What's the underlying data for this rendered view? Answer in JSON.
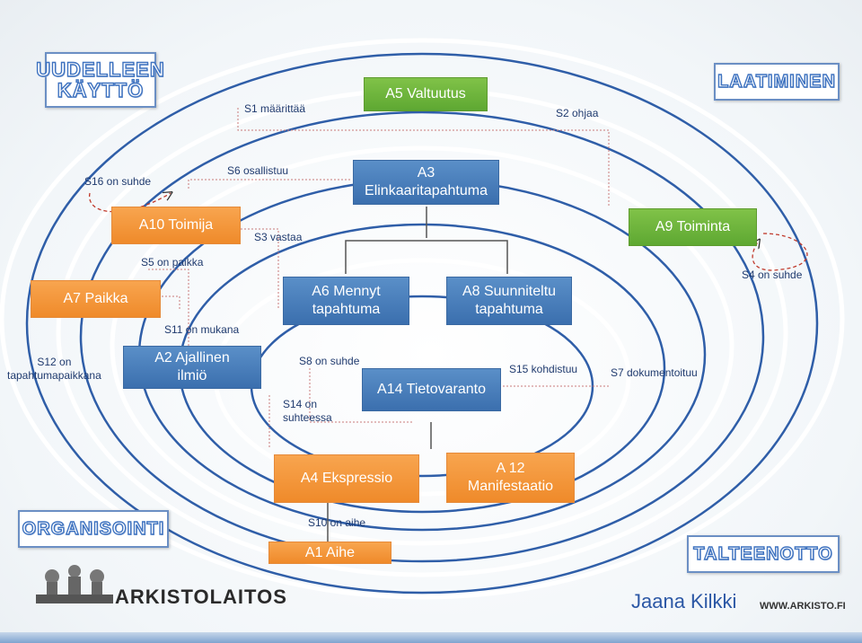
{
  "tags": {
    "uudelleen": "UUDELLEEN\nKÄYTTÖ",
    "laatiminen": "LAATIMINEN",
    "organisointi": "ORGANISOINTI",
    "talteenotto": "TALTEENOTTO"
  },
  "entities": {
    "a5": "A5 Valtuutus",
    "a3": "A3\nElinkaaritapahtuma",
    "a10": "A10 Toimija",
    "a9": "A9 Toiminta",
    "a7": "A7 Paikka",
    "a6": "A6 Mennyt\ntapahtuma",
    "a8": "A8 Suunniteltu\ntapahtuma",
    "a2": "A2  Ajallinen\nilmiö",
    "a14": "A14 Tietovaranto",
    "a4": "A4 Ekspressio",
    "a12": "A 12\nManifestaatio",
    "a1": "A1 Aihe"
  },
  "relations": {
    "s1": "S1 määrittää",
    "s2": "S2 ohjaa",
    "s16": "S16 on suhde",
    "s6": "S6 osallistuu",
    "s3": "S3 vastaa",
    "s5": "S5 on paikka",
    "s4": "S4 on suhde",
    "s11": "S11 on mukana",
    "s12": "S12 on\ntapahtumapaikkana",
    "s8": "S8 on suhde",
    "s15": "S15 kohdistuu",
    "s7": "S7 dokumentoituu",
    "s14": "S14 on\nsuhteessa",
    "s10": "S10 on aihe"
  },
  "footer": {
    "logo": "ARKISTOLAITOS",
    "author": "Jaana Kilkki",
    "url": "WWW.ARKISTO.FI"
  },
  "colors": {
    "orange": "#f39a3c",
    "green": "#6cb33f",
    "blue": "#4a7fbf",
    "ring": "#2f5ea8",
    "ring_light": "#ffffff"
  }
}
